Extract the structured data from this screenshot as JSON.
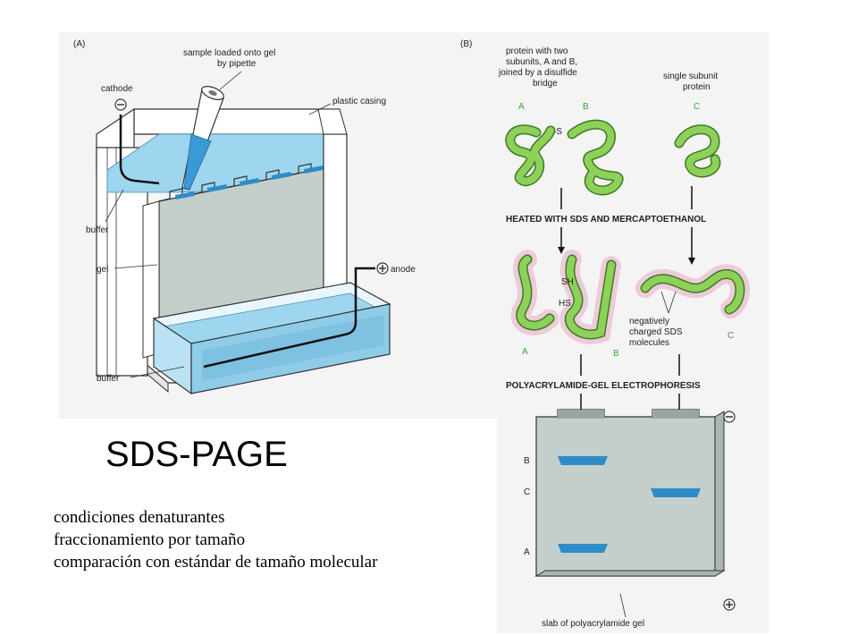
{
  "panel_a": {
    "tag": "(A)",
    "labels": {
      "sample_line1": "sample loaded onto gel",
      "sample_line2": "by pipette",
      "cathode": "cathode",
      "plastic_casing": "plastic casing",
      "buffer_top": "buffer",
      "gel": "gel",
      "anode": "anode",
      "buffer_bottom": "buffer"
    },
    "colors": {
      "buffer": "#9fd6ef",
      "gel": "#c4cfcc",
      "band": "#2f8cc8"
    }
  },
  "panel_b": {
    "tag": "(B)",
    "protein_two_subunits": [
      "protein with two",
      "subunits, A and B,",
      "joined by a disulfide",
      "bridge"
    ],
    "single_subunit": [
      "single subunit",
      "protein"
    ],
    "subunit_letters": {
      "a": "A",
      "b": "B",
      "c": "C"
    },
    "disulfide": "S–S",
    "step1": "HEATED WITH SDS AND MERCAPTOETHANOL",
    "sh": "SH",
    "hs": "HS",
    "sds_note": [
      "negatively",
      "charged SDS",
      "molecules"
    ],
    "step2": "POLYACRYLAMIDE-GEL ELECTROPHORESIS",
    "gel_letters": [
      "B",
      "C",
      "A"
    ],
    "slab": "slab of polyacrylamide gel",
    "colors": {
      "protein": "#8ed15a",
      "protein_edge": "#3e7a22",
      "band": "#2f8cc8",
      "sds": "#e59ab8"
    }
  },
  "title": "SDS-PAGE",
  "notes": [
    "condiciones denaturantes",
    "fraccionamiento por tamaño",
    "comparación con estándar de tamaño molecular"
  ]
}
